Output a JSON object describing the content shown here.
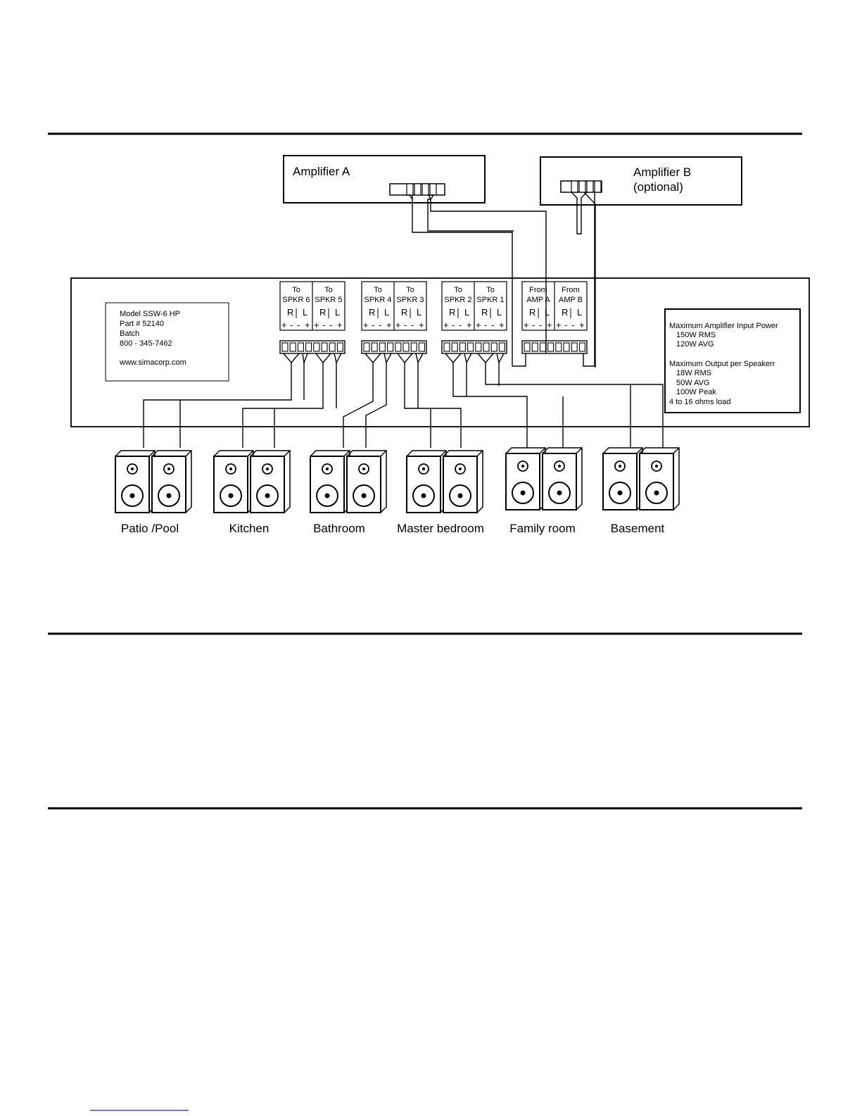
{
  "amplifiers": {
    "a": {
      "name": "Amplifier A"
    },
    "b": {
      "name": "Amplifier B",
      "note": "(optional)"
    }
  },
  "model_label": {
    "model": "Model SSW-6 HP",
    "part": "Part # 52140",
    "batch": "Batch",
    "phone": "800 - 345-7462",
    "website": "www.simacorp.com"
  },
  "terminal_blocks": [
    {
      "line1": "To",
      "line2": "SPKR 6"
    },
    {
      "line1": "To",
      "line2": "SPKR 5"
    },
    {
      "line1": "To",
      "line2": "SPKR 4"
    },
    {
      "line1": "To",
      "line2": "SPKR 3"
    },
    {
      "line1": "To",
      "line2": "SPKR 2"
    },
    {
      "line1": "To",
      "line2": "SPKR 1"
    },
    {
      "line1": "From",
      "line2": "AMP A"
    },
    {
      "line1": "From",
      "line2": "AMP B"
    }
  ],
  "channel_labels": {
    "right": "R",
    "left": "L"
  },
  "polarity": {
    "plus": "+",
    "minus": "-"
  },
  "specs": {
    "input_heading": "Maximum Amplifier Input Power",
    "input_rms": "150W RMS",
    "input_avg": "120W AVG",
    "output_heading": "Maximum Output per Speakerr",
    "output_rms": "18W RMS",
    "output_avg": "50W AVG",
    "output_peak": "100W Peak",
    "load": "4 to 16 ohms load"
  },
  "rooms": [
    "Patio /Pool",
    "Kitchen",
    "Bathroom",
    "Master bedroom",
    "Family room",
    "Basement"
  ]
}
